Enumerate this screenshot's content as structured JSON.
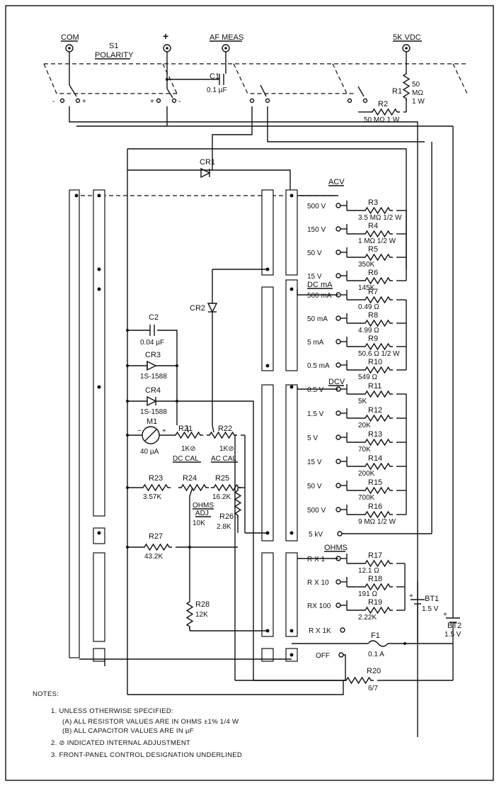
{
  "terminals": {
    "com": "COM",
    "plus": "+",
    "af_meas": "AF MEAS",
    "kvdc": "5K VDC"
  },
  "switch_s1": {
    "name": "S1",
    "label": "POLARITY"
  },
  "c1": {
    "name": "C1",
    "value": "0.1 µF"
  },
  "r1": {
    "name": "R1",
    "value_a": "50",
    "value_b": "MΩ",
    "value_c": "1 W"
  },
  "r2": {
    "name": "R2",
    "value": "50 MΩ 1 W"
  },
  "cr1": "CR1",
  "cr2": "CR2",
  "c2": {
    "name": "C2",
    "value": "0.04 µF"
  },
  "cr3": {
    "name": "CR3",
    "value": "1S-1588"
  },
  "cr4": {
    "name": "CR4",
    "value": "1S-1588"
  },
  "m1": {
    "name": "M1",
    "value": "40 µA"
  },
  "r21": {
    "name": "R21",
    "value": "1K⊘",
    "label": "DC CAL"
  },
  "r22": {
    "name": "R22",
    "value": "1K⊘",
    "label": "AC CAL"
  },
  "r23": {
    "name": "R23",
    "value": "3.57K"
  },
  "r24": {
    "name": "R24",
    "label_a": "OHMS",
    "label_b": "ADJ",
    "value": "10K"
  },
  "r25": {
    "name": "R25",
    "value": "16.2K"
  },
  "r26": {
    "name": "R26",
    "value": "2.8K"
  },
  "r27": {
    "name": "R27",
    "value": "43.2K"
  },
  "r28": {
    "name": "R28",
    "value": "12K"
  },
  "acv": {
    "heading": "ACV",
    "rows": [
      {
        "range": "500 V",
        "name": "R3",
        "value": "3.5 MΩ 1/2 W"
      },
      {
        "range": "150 V",
        "name": "R4",
        "value": "1 MΩ 1/2 W"
      },
      {
        "range": "50 V",
        "name": "R5",
        "value": "350K"
      },
      {
        "range": "15 V",
        "name": "R6",
        "value": "145K"
      }
    ]
  },
  "dcma": {
    "heading": "DC mA",
    "rows": [
      {
        "range": "500 mA",
        "name": "R7",
        "value": "0.49 Ω"
      },
      {
        "range": "50 mA",
        "name": "R8",
        "value": "4.99 Ω"
      },
      {
        "range": "5 mA",
        "name": "R9",
        "value": "50.6 Ω 1/2 W"
      },
      {
        "range": "0.5 mA",
        "name": "R10",
        "value": "549 Ω"
      }
    ]
  },
  "dcv": {
    "heading": "DCV",
    "rows": [
      {
        "range": "0.5 V",
        "name": "R11",
        "value": "5K"
      },
      {
        "range": "1.5 V",
        "name": "R12",
        "value": "20K"
      },
      {
        "range": "5 V",
        "name": "R13",
        "value": "70K"
      },
      {
        "range": "15 V",
        "name": "R14",
        "value": "200K"
      },
      {
        "range": "50 V",
        "name": "R15",
        "value": "700K"
      },
      {
        "range": "500 V",
        "name": "R16",
        "value": "9 MΩ 1/2 W"
      }
    ],
    "kv": "5 kV"
  },
  "ohms": {
    "heading": "OHMS",
    "rows": [
      {
        "range": "R X 1",
        "name": "R17",
        "value": "12.1 Ω"
      },
      {
        "range": "R X 10",
        "name": "R18",
        "value": "191 Ω"
      },
      {
        "range": "RX 100",
        "name": "R19",
        "value": "2.22K"
      }
    ],
    "rx1k": "R X 1K"
  },
  "f1": {
    "name": "F1",
    "value": "0.1 A"
  },
  "off": "OFF",
  "r20": {
    "name": "R20",
    "value": "6/7"
  },
  "bt1": {
    "name": "BT1",
    "value": "1.5 V"
  },
  "bt2": {
    "name": "BT2",
    "value": "1.5 V"
  },
  "notes": {
    "heading": "NOTES:",
    "n1": "1.  UNLESS OTHERWISE SPECIFIED:",
    "n1a": "(A) ALL RESISTOR VALUES ARE IN OHMS ±1% 1/4 W",
    "n1b": "(B) ALL CAPACITOR VALUES ARE IN µF",
    "n2": "2.  ⊘ INDICATED INTERNAL ADJUSTMENT",
    "n3": "3.  FRONT-PANEL CONTROL DESIGNATION UNDERLINED"
  }
}
